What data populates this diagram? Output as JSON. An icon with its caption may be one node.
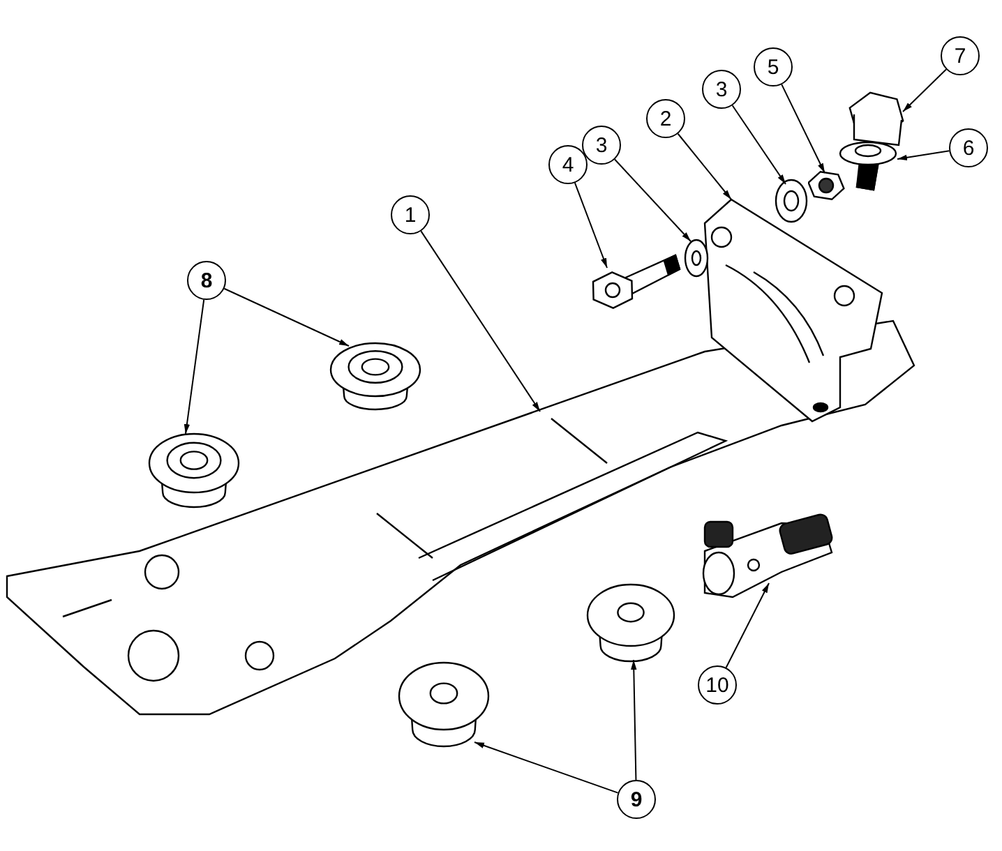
{
  "diagram": {
    "nodes": [
      {
        "text": [
          "7"
        ]
      },
      {
        "text": [],
        "shape": "picture"
      },
      {
        "text": [
          "5"
        ]
      },
      {
        "text": [],
        "shape": "picture"
      },
      {
        "text": [
          "3"
        ]
      },
      {
        "text": [],
        "shape": "picture"
      },
      {
        "text": [
          "2"
        ]
      },
      {
        "text": [],
        "shape": "picture"
      },
      {
        "text": [
          "6"
        ]
      },
      {
        "text": [],
        "shape": "picture"
      },
      {
        "text": [
          "3"
        ]
      },
      {
        "text": [],
        "shape": "picture"
      },
      {
        "text": [
          "4"
        ]
      },
      {
        "text": [],
        "shape": "picture"
      },
      {
        "text": [
          "1"
        ]
      },
      {
        "text": [],
        "shape": "picture"
      },
      {
        "text": [
          "8"
        ]
      },
      {
        "text": [],
        "shape": "picture"
      },
      {
        "text": [],
        "shape": "picture"
      },
      {
        "text": [
          "10"
        ]
      },
      {
        "text": [],
        "shape": "picture"
      },
      {
        "text": [
          "9"
        ]
      },
      {
        "text": [],
        "shape": "picture"
      },
      {
        "text": [],
        "shape": "picture"
      }
    ],
    "edges": [
      {
        "from": 0,
        "to": 1,
        "arrow": "to"
      },
      {
        "from": 2,
        "to": 3,
        "arrow": "to"
      },
      {
        "from": 4,
        "to": 5,
        "arrow": "to"
      },
      {
        "from": 6,
        "to": 7,
        "arrow": "to"
      },
      {
        "from": 8,
        "to": 9,
        "arrow": "to"
      },
      {
        "from": 10,
        "to": 11,
        "arrow": "to"
      },
      {
        "from": 12,
        "to": 13,
        "arrow": "to"
      },
      {
        "from": 14,
        "to": 15,
        "arrow": "to"
      },
      {
        "from": 16,
        "to": 17,
        "arrow": "to"
      },
      {
        "from": 16,
        "to": 18,
        "arrow": "to"
      },
      {
        "from": 19,
        "to": 20,
        "arrow": "to"
      },
      {
        "from": 21,
        "to": 22,
        "arrow": "to"
      },
      {
        "from": 21,
        "to": 23,
        "arrow": "to"
      }
    ]
  }
}
